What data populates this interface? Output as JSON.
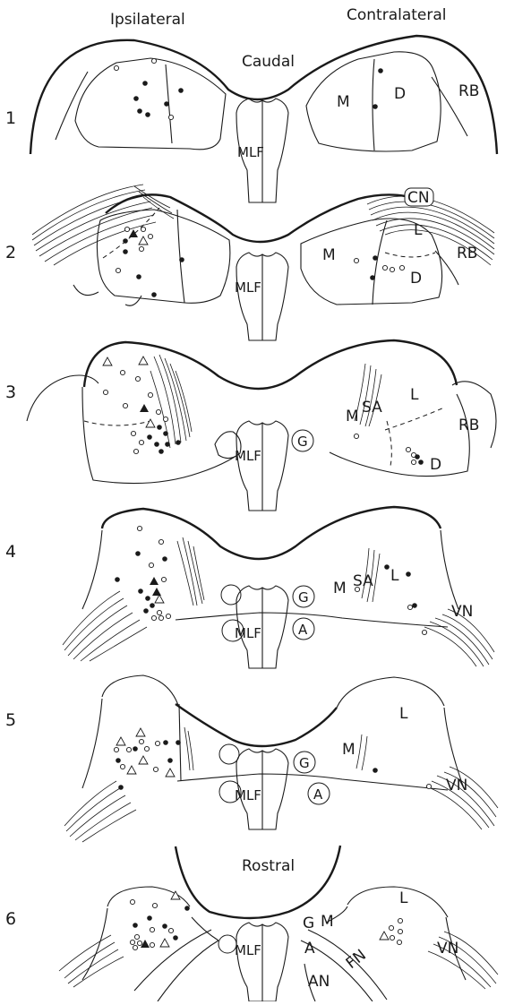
{
  "headers": {
    "left": "Ipsilateral",
    "right": "Contralateral"
  },
  "sections": [
    {
      "number": "1",
      "title": "Caudal",
      "labels": {
        "m": "M",
        "d": "D",
        "rb": "RB",
        "mlf": "MLF"
      }
    },
    {
      "number": "2",
      "labels": {
        "cn": "CN",
        "l": "L",
        "m": "M",
        "d": "D",
        "rb": "RB",
        "mlf": "MLF"
      }
    },
    {
      "number": "3",
      "labels": {
        "m": "M",
        "sa": "SA",
        "l": "L",
        "rb": "RB",
        "mlf": "MLF",
        "g": "G",
        "d": "D"
      }
    },
    {
      "number": "4",
      "labels": {
        "g": "G",
        "m": "M",
        "sa": "SA",
        "l": "L",
        "mlf": "MLF",
        "a": "A",
        "vn": "VN"
      }
    },
    {
      "number": "5",
      "labels": {
        "m": "M",
        "l": "L",
        "g": "G",
        "mlf": "MLF",
        "a": "A",
        "vn": "VN"
      }
    },
    {
      "number": "6",
      "title": "Rostral",
      "labels": {
        "g": "G",
        "m": "M",
        "l": "L",
        "mlf": "MLF",
        "a": "A",
        "vn": "VN",
        "fn": "FN",
        "an": "AN"
      }
    }
  ]
}
